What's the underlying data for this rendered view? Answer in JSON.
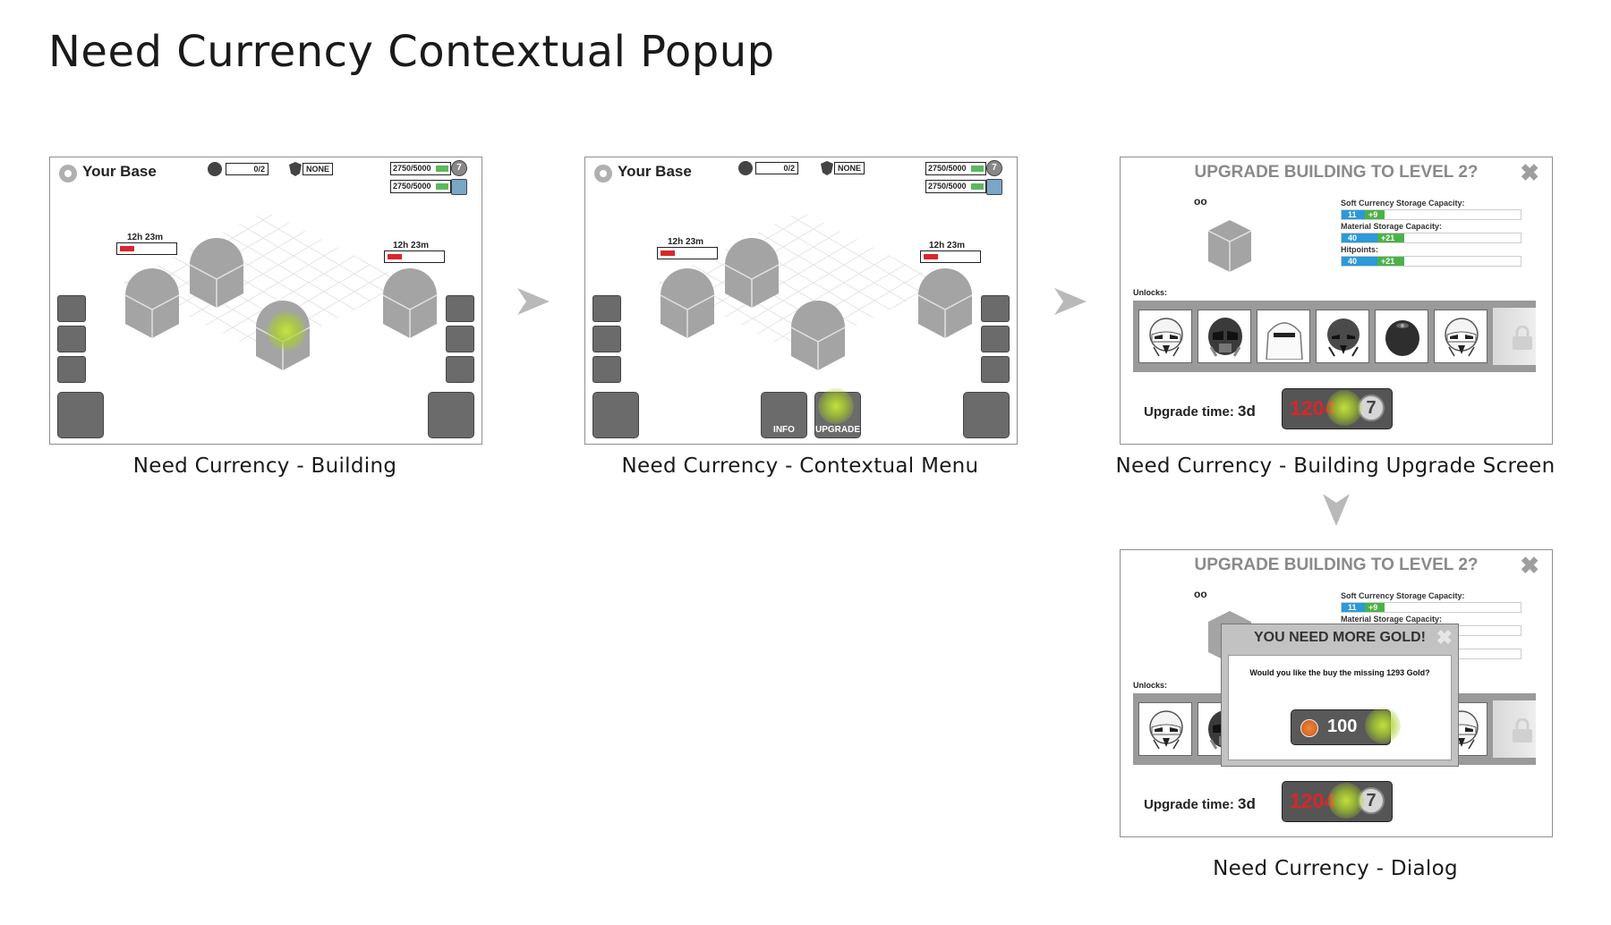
{
  "page": {
    "title": "Need Currency Contextual Popup"
  },
  "captions": {
    "building": "Need Currency - Building",
    "menu": "Need Currency - Contextual Menu",
    "upgrade": "Need Currency - Building Upgrade Screen",
    "dialog": "Need Currency - Dialog"
  },
  "base_screen": {
    "title": "Your Base",
    "troops": "0/2",
    "shield": "NONE",
    "resource_1": "2750/5000",
    "resource_2": "2750/5000",
    "resource_1_icon": "7",
    "timer_label": "12h 23m"
  },
  "context_menu": {
    "info_label": "INFO",
    "upgrade_label": "UPGRADE"
  },
  "upgrade_screen": {
    "title": "UPGRADE BUILDING TO LEVEL 2?",
    "level_marker": "oo",
    "soft_currency_label": "Soft Currency Storage Capacity:",
    "soft_currency_value": "11",
    "soft_currency_bonus": "+9",
    "material_label": "Material Storage Capacity:",
    "material_value": "40",
    "material_bonus": "+21",
    "hitpoints_label": "Hitpoints:",
    "hitpoints_value": "40",
    "hitpoints_bonus": "+21",
    "unlocks_label": "Unlocks:",
    "upgrade_time_label": "Upgrade time:",
    "upgrade_time_value": "3d",
    "cost": "1204",
    "cost_icon": "7"
  },
  "dialog": {
    "title": "YOU NEED MORE GOLD!",
    "message": "Would you like the buy the missing 1293 Gold?",
    "gold_button_value": "100"
  },
  "colors": {
    "progress_red": "#d9262b",
    "stat_blue": "#2a9ad8",
    "stat_green": "#4bb248",
    "button_gray": "#6b6b6b",
    "tap_glow": "#b8dc3c"
  }
}
